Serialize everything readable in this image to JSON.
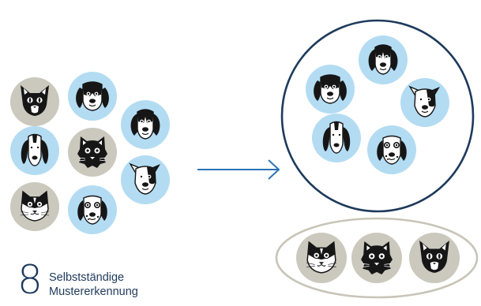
{
  "caption": {
    "number": "8",
    "line1": "Selbstständige",
    "line2": "Mustererkennung"
  },
  "colors": {
    "dog_bg": "#b3dcf3",
    "cat_bg": "#cbc8bd",
    "navy": "#1e3a5c",
    "arrow": "#2c73b5",
    "ink": "#161616",
    "cat_group_border": "#c8c4b7"
  },
  "input_pool": [
    {
      "kind": "cat",
      "variant": "black"
    },
    {
      "kind": "dog",
      "variant": "spaniel"
    },
    {
      "kind": "dog",
      "variant": "beagle"
    },
    {
      "kind": "dog",
      "variant": "hound"
    },
    {
      "kind": "cat",
      "variant": "fluffy"
    },
    {
      "kind": "dog",
      "variant": "patch"
    },
    {
      "kind": "cat",
      "variant": "tuxedo"
    },
    {
      "kind": "dog",
      "variant": "spotted"
    }
  ],
  "dog_cluster": [
    {
      "kind": "dog",
      "variant": "spaniel"
    },
    {
      "kind": "dog",
      "variant": "beagle"
    },
    {
      "kind": "dog",
      "variant": "patch"
    },
    {
      "kind": "dog",
      "variant": "hound"
    },
    {
      "kind": "dog",
      "variant": "spotted"
    }
  ],
  "cat_cluster": [
    {
      "kind": "cat",
      "variant": "tuxedo"
    },
    {
      "kind": "cat",
      "variant": "fluffy"
    },
    {
      "kind": "cat",
      "variant": "black"
    }
  ]
}
